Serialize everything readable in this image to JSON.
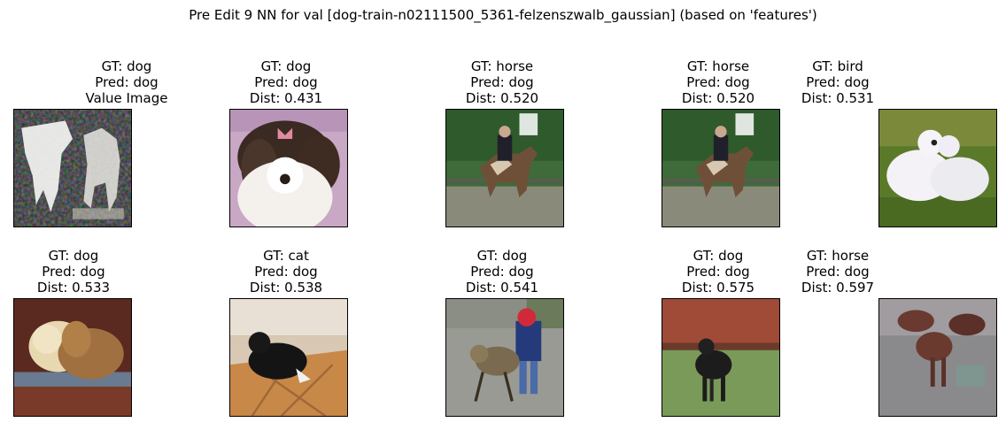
{
  "figure": {
    "title": "Pre Edit 9 NN for val [dog-train-n02111500_5361-felzenszwalb_gaussian] (based on 'features')"
  },
  "panels": [
    {
      "gt": "GT: dog",
      "pred": "Pred: dog",
      "extra": "Value Image",
      "image": "noisy-white-dogs-image"
    },
    {
      "gt": "GT: dog",
      "pred": "Pred: dog",
      "extra": "Dist: 0.431",
      "image": "fluffy-dog-with-bow-image"
    },
    {
      "gt": "GT: horse",
      "pred": "Pred: dog",
      "extra": "Dist: 0.520",
      "image": "horse-rider-image"
    },
    {
      "gt": "GT: horse",
      "pred": "Pred: dog",
      "extra": "Dist: 0.520",
      "image": "horse-rider-image"
    },
    {
      "gt": "GT: bird",
      "pred": "Pred: dog",
      "extra": "Dist: 0.531",
      "image": "white-birds-image"
    },
    {
      "gt": "GT: dog",
      "pred": "Pred: dog",
      "extra": "Dist: 0.533",
      "image": "two-dogs-on-couch-image"
    },
    {
      "gt": "GT: cat",
      "pred": "Pred: dog",
      "extra": "Dist: 0.538",
      "image": "black-cat-on-floor-image"
    },
    {
      "gt": "GT: dog",
      "pred": "Pred: dog",
      "extra": "Dist: 0.541",
      "image": "person-with-dog-image"
    },
    {
      "gt": "GT: dog",
      "pred": "Pred: dog",
      "extra": "Dist: 0.575",
      "image": "black-dog-on-grass-image"
    },
    {
      "gt": "GT: horse",
      "pred": "Pred: dog",
      "extra": "Dist: 0.597",
      "image": "horses-in-pen-image"
    }
  ]
}
